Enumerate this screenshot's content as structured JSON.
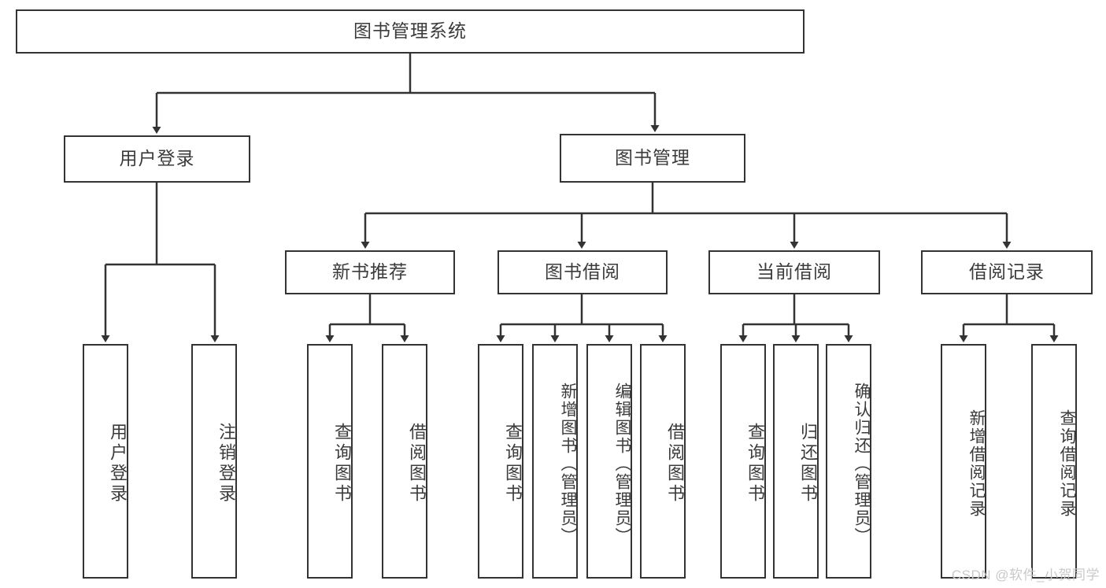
{
  "diagram": {
    "title": "图书管理系统",
    "type": "tree-hierarchy-flowchart",
    "colors": {
      "box_border": "#333333",
      "box_fill": "#ffffff",
      "connector": "#333333",
      "text": "#3b3b3b",
      "watermark": "#c9c9c9",
      "background": "#ffffff"
    },
    "root": {
      "label": "图书管理系统"
    },
    "level1": [
      {
        "label": "用户登录"
      },
      {
        "label": "图书管理"
      }
    ],
    "level2": [
      {
        "label": "新书推荐"
      },
      {
        "label": "图书借阅"
      },
      {
        "label": "当前借阅"
      },
      {
        "label": "借阅记录"
      }
    ],
    "leaves": {
      "user_login": [
        {
          "label": "用户登录"
        },
        {
          "label": "注销登录"
        }
      ],
      "new_book_recommend": [
        {
          "label": "查询图书"
        },
        {
          "label": "借阅图书"
        }
      ],
      "book_borrow": [
        {
          "label": "查询图书"
        },
        {
          "label": "新增图书（管理员）"
        },
        {
          "label": "编辑图书（管理员）"
        },
        {
          "label": "借阅图书"
        }
      ],
      "current_borrow": [
        {
          "label": "查询图书"
        },
        {
          "label": "归还图书"
        },
        {
          "label": "确认归还（管理员）"
        }
      ],
      "borrow_records": [
        {
          "label": "新增借阅记录"
        },
        {
          "label": "查询借阅记录"
        }
      ]
    }
  },
  "watermark": {
    "text": "CSDN @软件_小贺同学"
  }
}
